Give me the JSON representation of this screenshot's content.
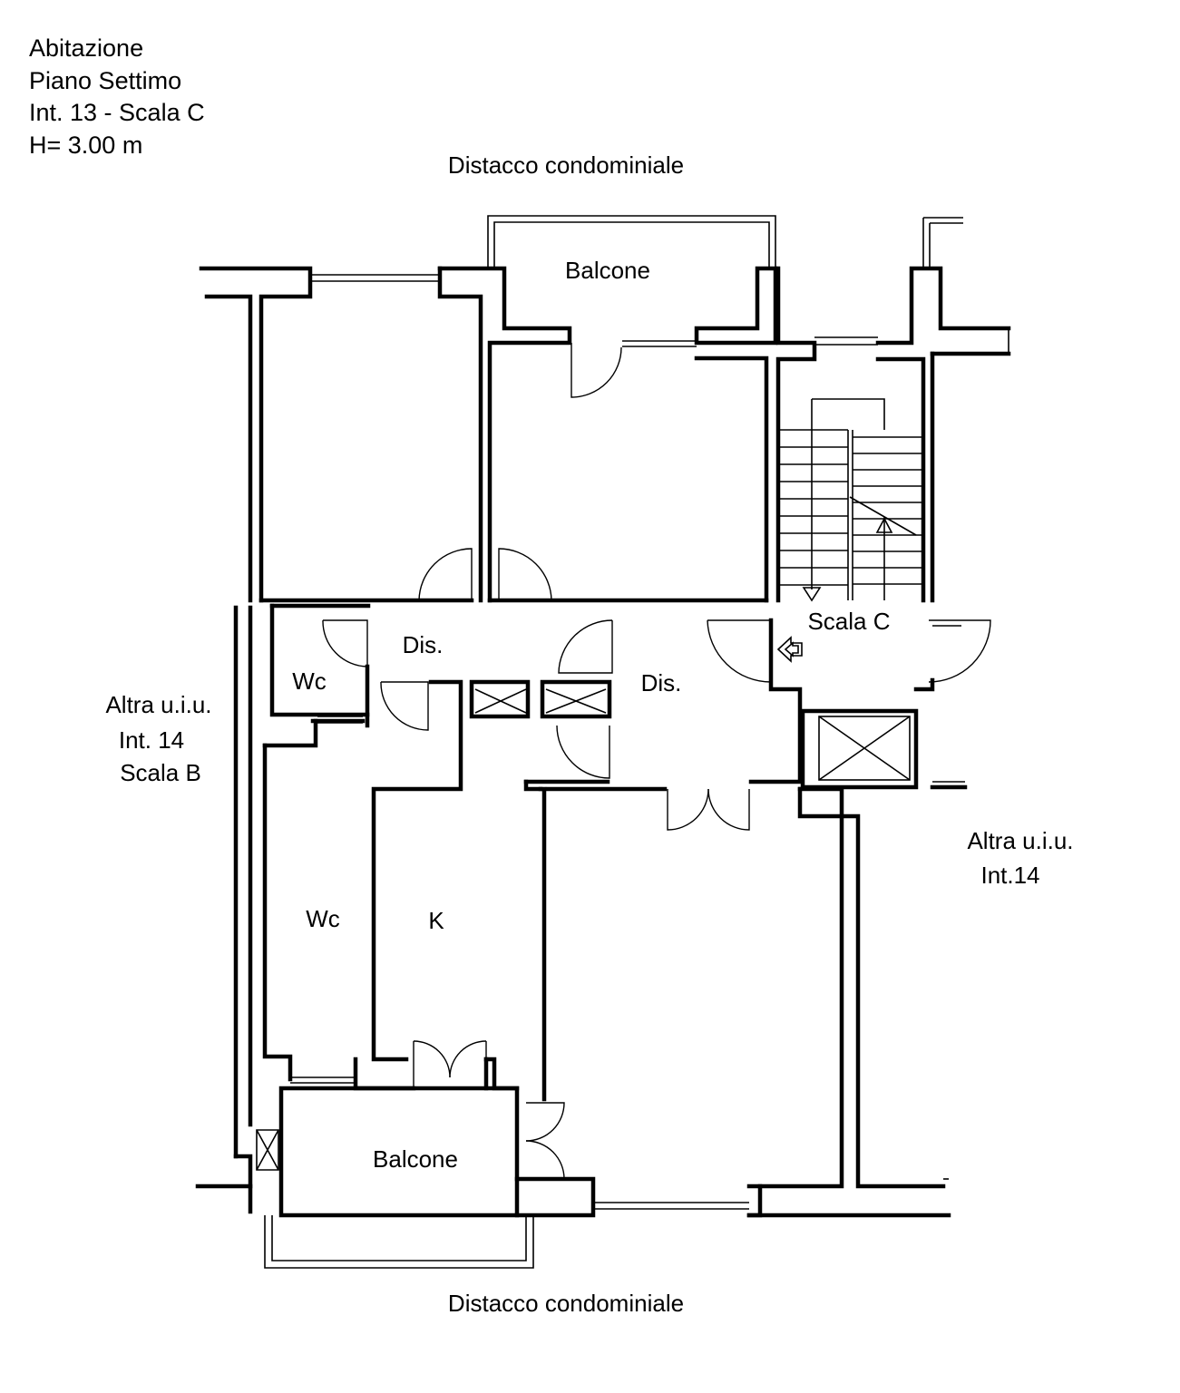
{
  "header": {
    "line1": "Abitazione",
    "line2": "Piano Settimo",
    "line3": "Int. 13 - Scala C",
    "line4": "H= 3.00 m"
  },
  "labels": {
    "top_boundary": "Distacco condominiale",
    "bottom_boundary": "Distacco condominiale",
    "balcony_top": "Balcone",
    "balcony_bottom": "Balcone",
    "hall_left": "Dis.",
    "hall_right": "Dis.",
    "wc_small": "Wc",
    "wc_large": "Wc",
    "kitchen": "K",
    "staircase": "Scala C",
    "neighbor_left_line1": "Altra u.i.u.",
    "neighbor_left_line2": "Int. 14",
    "neighbor_left_line3": "Scala B",
    "neighbor_right_line1": "Altra u.i.u.",
    "neighbor_right_line2": "Int.14"
  },
  "icons": {
    "entrance_marker": "entrance-arrow-icon",
    "elevator": "elevator-shaft-icon"
  }
}
